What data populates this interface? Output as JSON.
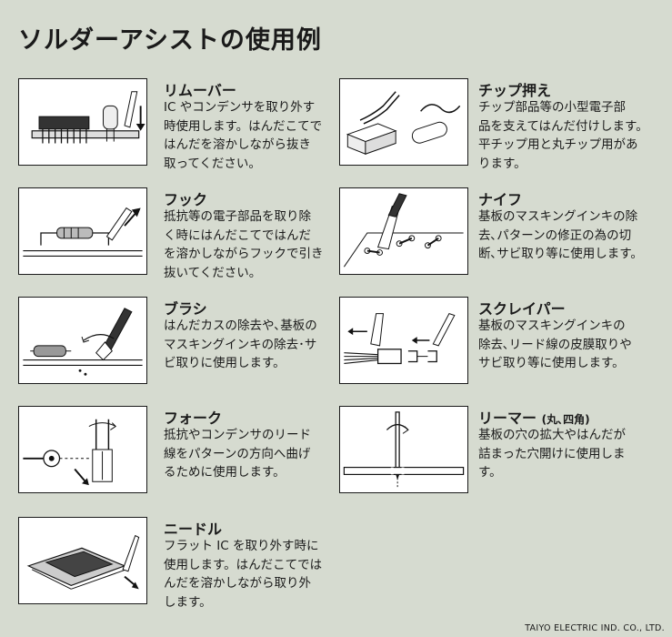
{
  "title": "ソルダーアシストの使用例",
  "tools": [
    {
      "id": "remover",
      "name": "リムーバー",
      "description": "IC やコンデンサを取り外す\n時使用します。はんだこてで\nはんだを溶かしながら抜き\n取ってください。"
    },
    {
      "id": "hook",
      "name": "フック",
      "description": "抵抗等の電子部品を取り除\nく時にはんだこてではんだ\nを溶かしながらフックで引き\n抜いてください。"
    },
    {
      "id": "brush",
      "name": "ブラシ",
      "description": "はんだカスの除去や､基板の\nマスキングインキの除去･サ\nビ取りに使用します。"
    },
    {
      "id": "fork",
      "name": "フォーク",
      "description": "抵抗やコンデンサのリード\n線をパターンの方向へ曲げ\nるために使用します。"
    },
    {
      "id": "needle",
      "name": "ニードル",
      "description": "フラット IC を取り外す時に\n使用します。はんだこてでは\nんだを溶かしながら取り外\nします。"
    },
    {
      "id": "chip-holder",
      "name": "チップ押え",
      "description": "チップ部品等の小型電子部\n品を支えてはんだ付けします。\n平チップ用と丸チップ用があ\nります。"
    },
    {
      "id": "knife",
      "name": "ナイフ",
      "description": "基板のマスキングインキの除\n去､パターンの修正の為の切\n断､サビ取り等に使用します。"
    },
    {
      "id": "scraper",
      "name": "スクレイパー",
      "description": "基板のマスキングインキの\n除去､リード線の皮膜取りや\nサビ取り等に使用します。"
    },
    {
      "id": "reamer",
      "name": "リーマー",
      "name_suffix": "(丸､四角)",
      "description": "基板の穴の拡大やはんだが\n詰まった穴開けに使用しま\nす。"
    }
  ],
  "icons": [
    "remover-illustration",
    "hook-illustration",
    "brush-illustration",
    "fork-illustration",
    "needle-illustration",
    "chip-holder-illustration",
    "knife-illustration",
    "scraper-illustration",
    "reamer-illustration"
  ],
  "credit": "TAIYO ELECTRIC IND. CO., LTD."
}
